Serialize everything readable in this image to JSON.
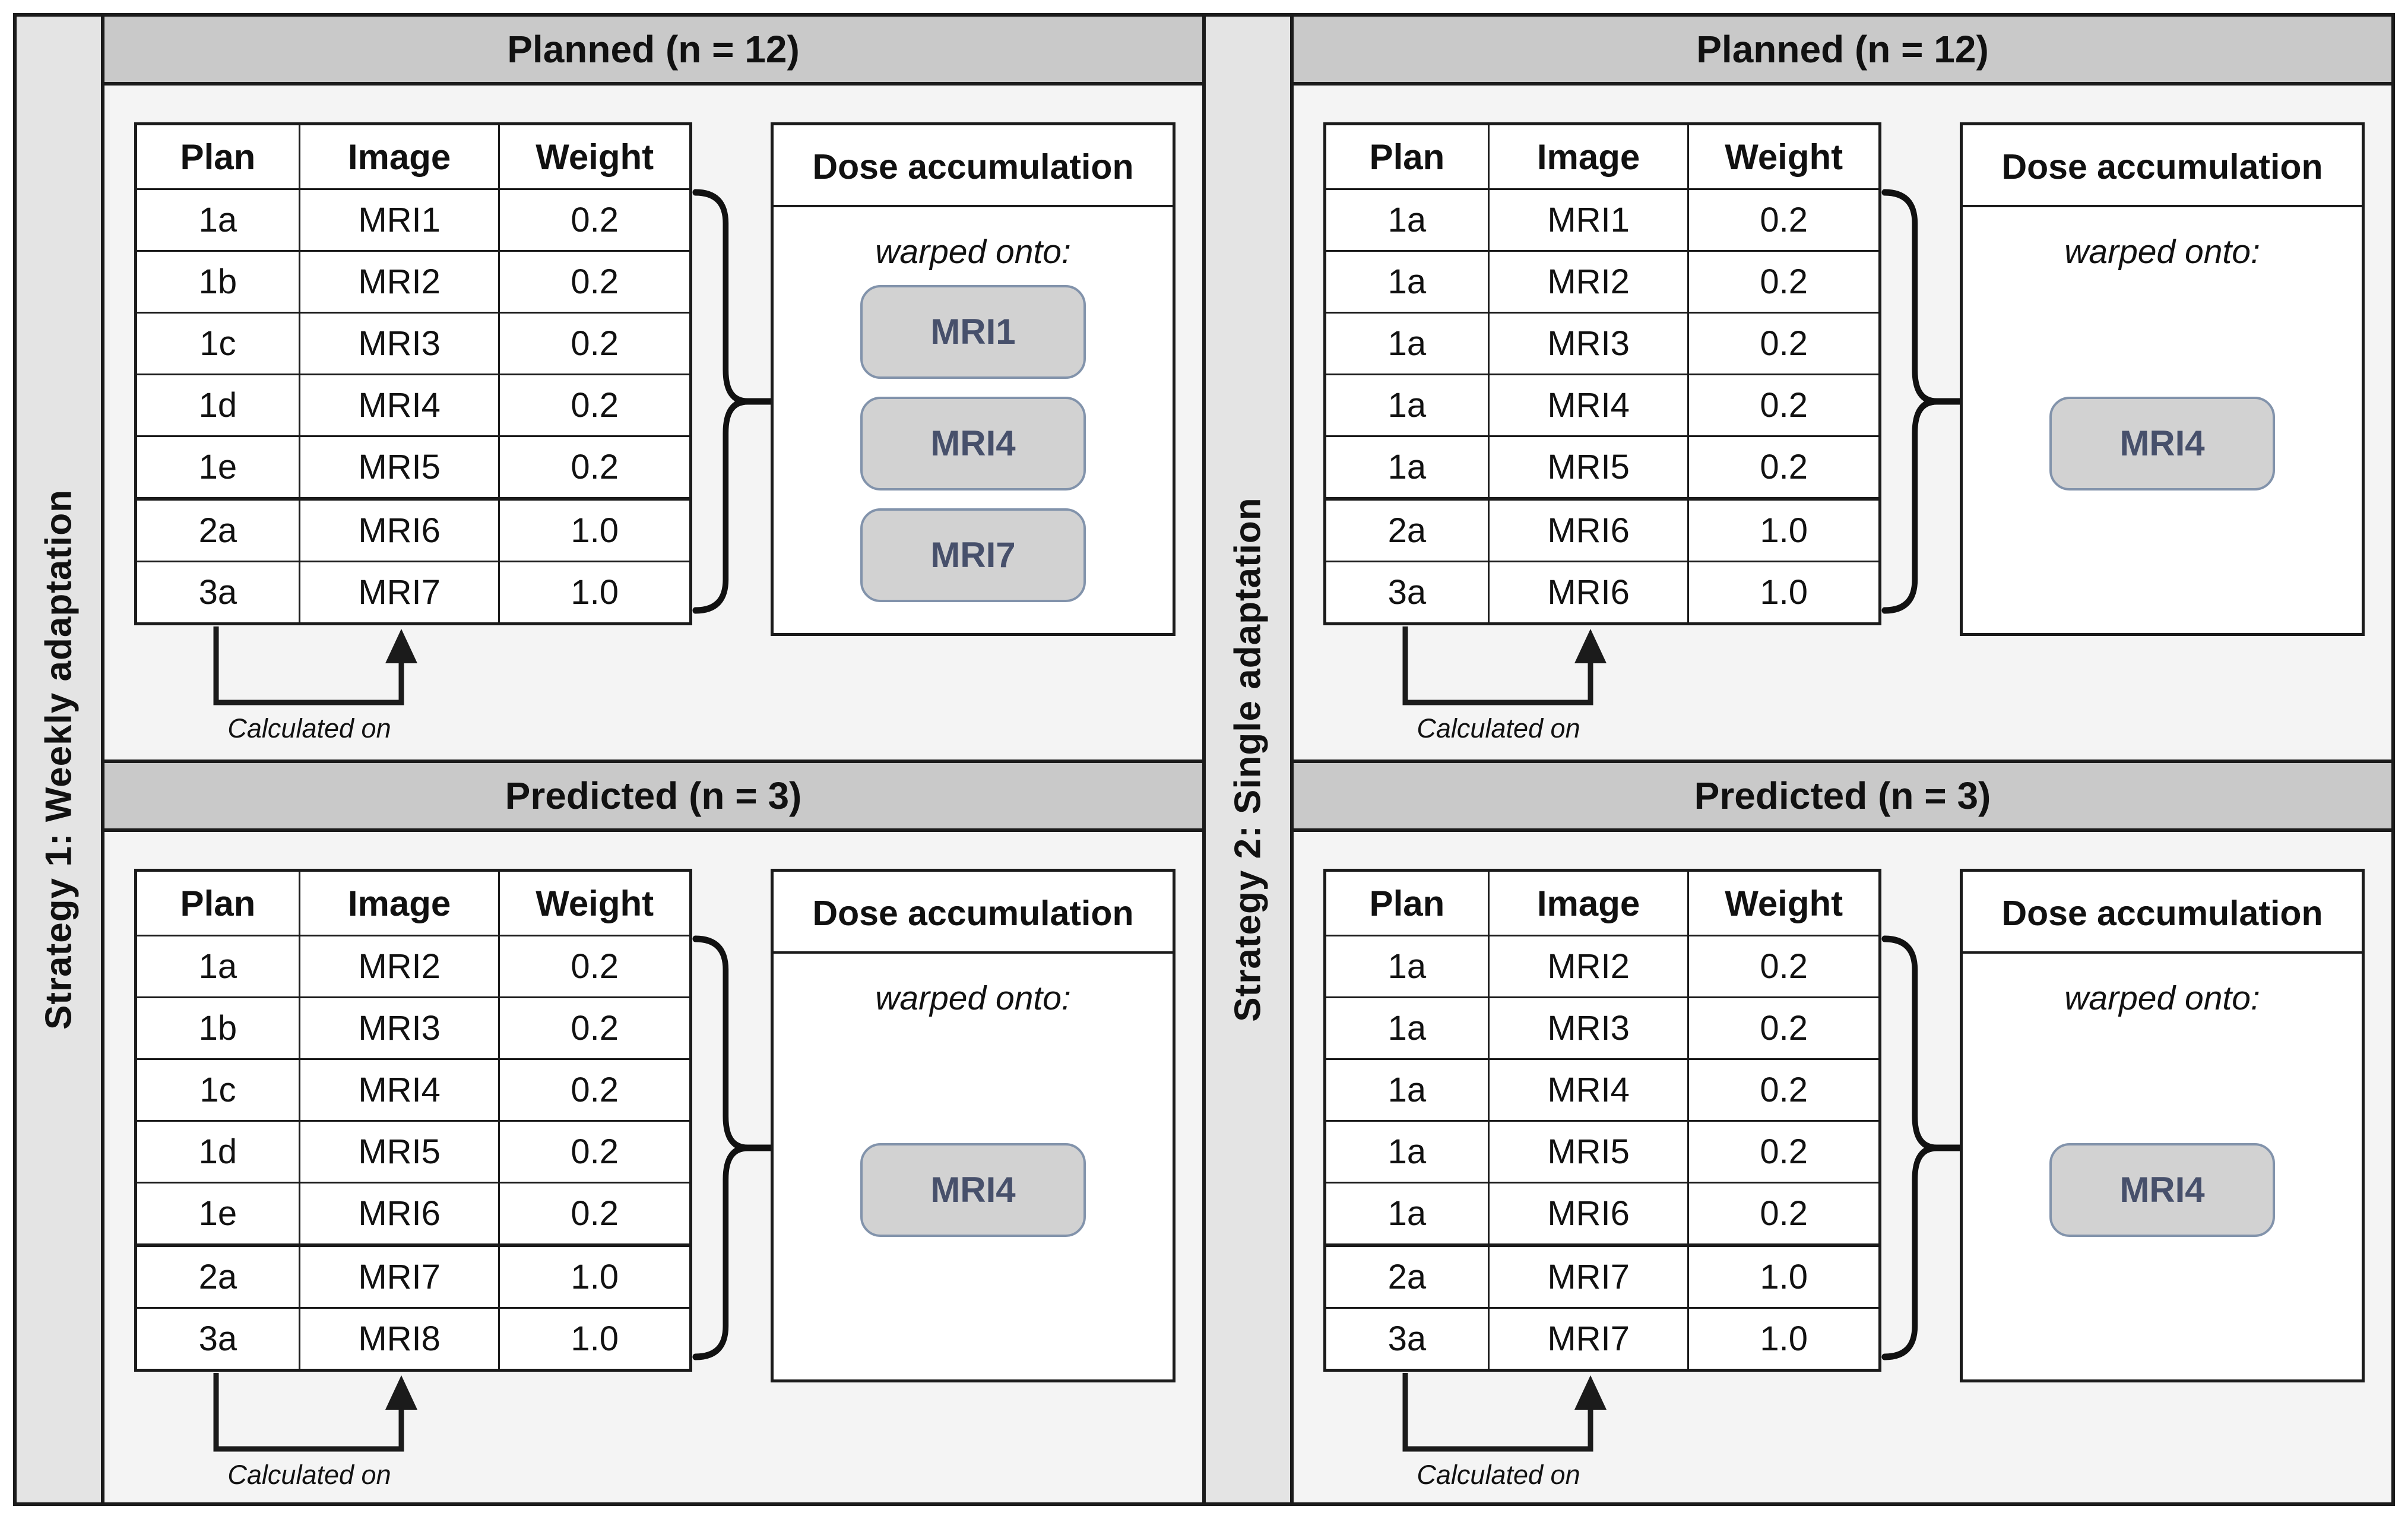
{
  "figure": {
    "strategies": [
      {
        "sidebar_label": "Strategy 1: Weekly adaptation",
        "sections": [
          {
            "header": "Planned (n = 12)",
            "table": {
              "headers": [
                "Plan",
                "Image",
                "Weight"
              ],
              "rows": [
                [
                  "1a",
                  "MRI1",
                  "0.2"
                ],
                [
                  "1b",
                  "MRI2",
                  "0.2"
                ],
                [
                  "1c",
                  "MRI3",
                  "0.2"
                ],
                [
                  "1d",
                  "MRI4",
                  "0.2"
                ],
                [
                  "1e",
                  "MRI5",
                  "0.2"
                ],
                [
                  "2a",
                  "MRI6",
                  "1.0"
                ],
                [
                  "3a",
                  "MRI7",
                  "1.0"
                ]
              ]
            },
            "calculated_on_label": "Calculated on",
            "dose": {
              "title": "Dose accumulation",
              "subtitle": "warped onto:",
              "targets": [
                "MRI1",
                "MRI4",
                "MRI7"
              ]
            }
          },
          {
            "header": "Predicted (n = 3)",
            "table": {
              "headers": [
                "Plan",
                "Image",
                "Weight"
              ],
              "rows": [
                [
                  "1a",
                  "MRI2",
                  "0.2"
                ],
                [
                  "1b",
                  "MRI3",
                  "0.2"
                ],
                [
                  "1c",
                  "MRI4",
                  "0.2"
                ],
                [
                  "1d",
                  "MRI5",
                  "0.2"
                ],
                [
                  "1e",
                  "MRI6",
                  "0.2"
                ],
                [
                  "2a",
                  "MRI7",
                  "1.0"
                ],
                [
                  "3a",
                  "MRI8",
                  "1.0"
                ]
              ]
            },
            "calculated_on_label": "Calculated on",
            "dose": {
              "title": "Dose accumulation",
              "subtitle": "warped onto:",
              "targets": [
                "MRI4"
              ]
            }
          }
        ]
      },
      {
        "sidebar_label": "Strategy 2: Single adaptation",
        "sections": [
          {
            "header": "Planned (n = 12)",
            "table": {
              "headers": [
                "Plan",
                "Image",
                "Weight"
              ],
              "rows": [
                [
                  "1a",
                  "MRI1",
                  "0.2"
                ],
                [
                  "1a",
                  "MRI2",
                  "0.2"
                ],
                [
                  "1a",
                  "MRI3",
                  "0.2"
                ],
                [
                  "1a",
                  "MRI4",
                  "0.2"
                ],
                [
                  "1a",
                  "MRI5",
                  "0.2"
                ],
                [
                  "2a",
                  "MRI6",
                  "1.0"
                ],
                [
                  "3a",
                  "MRI6",
                  "1.0"
                ]
              ]
            },
            "calculated_on_label": "Calculated on",
            "dose": {
              "title": "Dose accumulation",
              "subtitle": "warped onto:",
              "targets": [
                "MRI4"
              ]
            }
          },
          {
            "header": "Predicted (n = 3)",
            "table": {
              "headers": [
                "Plan",
                "Image",
                "Weight"
              ],
              "rows": [
                [
                  "1a",
                  "MRI2",
                  "0.2"
                ],
                [
                  "1a",
                  "MRI3",
                  "0.2"
                ],
                [
                  "1a",
                  "MRI4",
                  "0.2"
                ],
                [
                  "1a",
                  "MRI5",
                  "0.2"
                ],
                [
                  "1a",
                  "MRI6",
                  "0.2"
                ],
                [
                  "2a",
                  "MRI7",
                  "1.0"
                ],
                [
                  "3a",
                  "MRI7",
                  "1.0"
                ]
              ]
            },
            "calculated_on_label": "Calculated on",
            "dose": {
              "title": "Dose accumulation",
              "subtitle": "warped onto:",
              "targets": [
                "MRI4"
              ]
            }
          }
        ]
      }
    ]
  },
  "colors": {
    "border": "#1b1b1b",
    "section_header_bg": "#c9c9c9",
    "panel_bg": "#f4f4f4",
    "sidebar_bg": "#e4e4e4",
    "chip_bg": "#d2d2d2",
    "chip_border": "#8293ab",
    "chip_text": "#47506b"
  }
}
